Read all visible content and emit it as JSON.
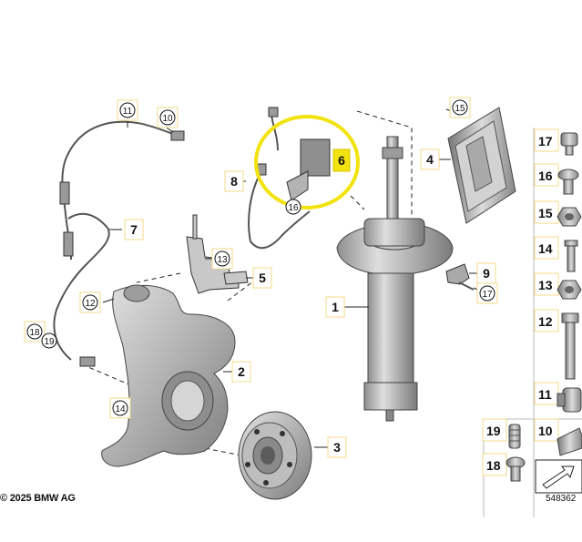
{
  "diagram": {
    "labels": {
      "l1": "1",
      "l2": "2",
      "l3": "3",
      "l4": "4",
      "l5": "5",
      "l6": "6",
      "l7": "7",
      "l8": "8",
      "l9": "9",
      "l10": "10",
      "l11": "11",
      "l12": "12",
      "l13": "13",
      "l14": "14",
      "l15": "15",
      "l16": "16",
      "l17": "17",
      "l18": "18",
      "l19": "19"
    },
    "side_panel": {
      "items": [
        "17",
        "16",
        "15",
        "14",
        "13",
        "12",
        "11",
        "10"
      ]
    },
    "bottom_panel": {
      "items": [
        "19",
        "18"
      ]
    },
    "highlight_color": "#f2e30f",
    "line_color": "#222222",
    "part_color": "#b5b5b5"
  },
  "footer": {
    "copyright": "© 2025 BMW AG",
    "drawing_number": "548362"
  }
}
